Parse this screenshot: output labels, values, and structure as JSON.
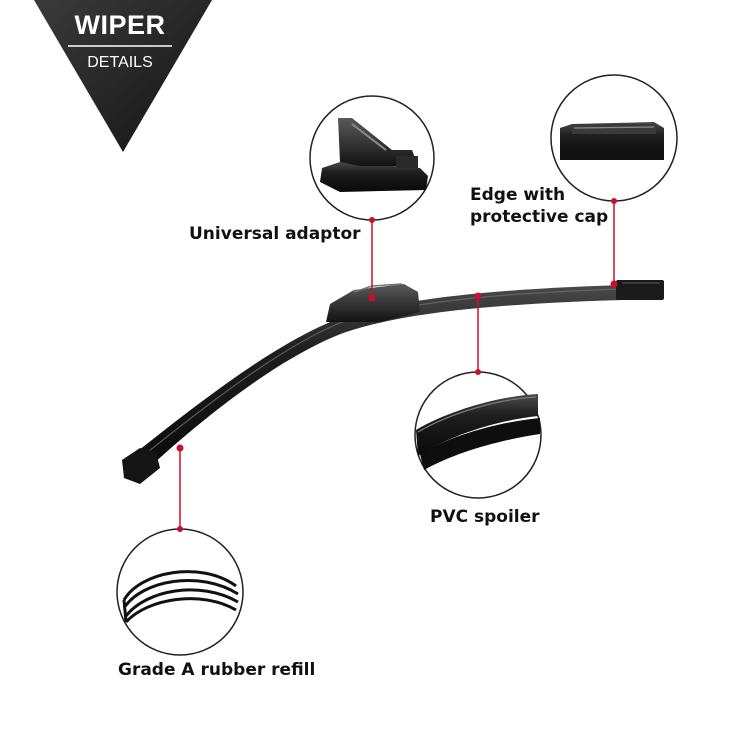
{
  "badge": {
    "title": "WIPER",
    "subtitle": "DETAILS"
  },
  "callouts": {
    "adaptor": {
      "label": "Universal adaptor"
    },
    "edge": {
      "line1": "Edge with",
      "line2": "protective cap"
    },
    "spoiler": {
      "label": "PVC spoiler"
    },
    "refill": {
      "label": "Grade A rubber refill"
    }
  },
  "colors": {
    "accent": "#c8102e",
    "badge": "#262626",
    "blade": "#1b1b1b"
  }
}
